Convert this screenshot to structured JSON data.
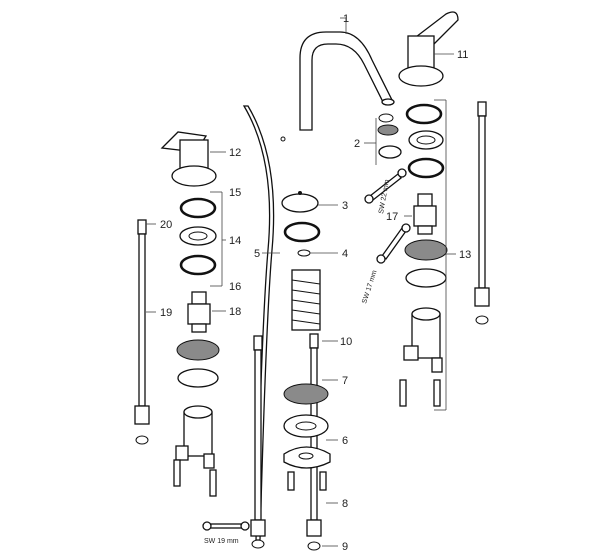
{
  "part_numbers": [
    "1",
    "2",
    "3",
    "4",
    "5",
    "6",
    "7",
    "8",
    "9",
    "10",
    "11",
    "12",
    "13",
    "14",
    "15",
    "16",
    "17",
    "18",
    "19",
    "20"
  ],
  "wrench_labels": {
    "sw22": "SW 22 mm",
    "sw17": "SW 17 mm",
    "sw19": "SW 19 mm"
  }
}
